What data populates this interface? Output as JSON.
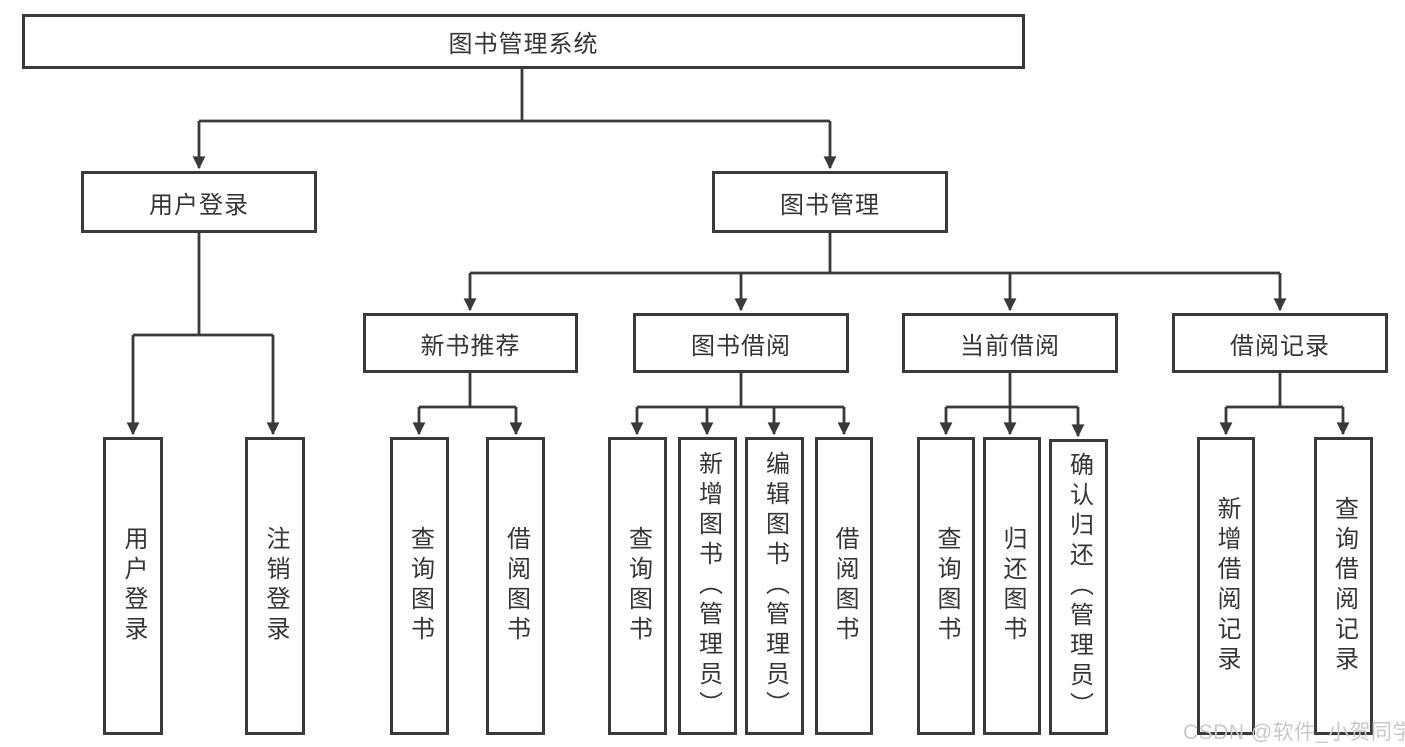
{
  "colors": {
    "line": "#3a3a3a",
    "text": "#363636",
    "canvas": "#ffffff",
    "watermark": "#c9c9c9"
  },
  "watermark": {
    "text": "CSDN @软件_小贺同学"
  },
  "tree": {
    "root": {
      "label": "图书管理系统"
    },
    "level2": [
      {
        "label": "用户登录"
      },
      {
        "label": "图书管理"
      }
    ],
    "level3": [
      {
        "label": "新书推荐"
      },
      {
        "label": "图书借阅"
      },
      {
        "label": "当前借阅"
      },
      {
        "label": "借阅记录"
      }
    ],
    "level4": {
      "user_login": [
        {
          "label": "用户登录"
        },
        {
          "label": "注销登录"
        }
      ],
      "new_book_recommend": [
        {
          "label": "查询图书"
        },
        {
          "label": "借阅图书"
        }
      ],
      "book_borrowing": [
        {
          "label": "查询图书"
        },
        {
          "label": "新增图书（管理员）"
        },
        {
          "label": "编辑图书（管理员）"
        },
        {
          "label": "借阅图书"
        }
      ],
      "current_borrowing": [
        {
          "label": "查询图书"
        },
        {
          "label": "归还图书"
        },
        {
          "label": "确认归还（管理员）"
        }
      ],
      "borrowing_records": [
        {
          "label": "新增借阅记录"
        },
        {
          "label": "查询借阅记录"
        }
      ]
    }
  }
}
